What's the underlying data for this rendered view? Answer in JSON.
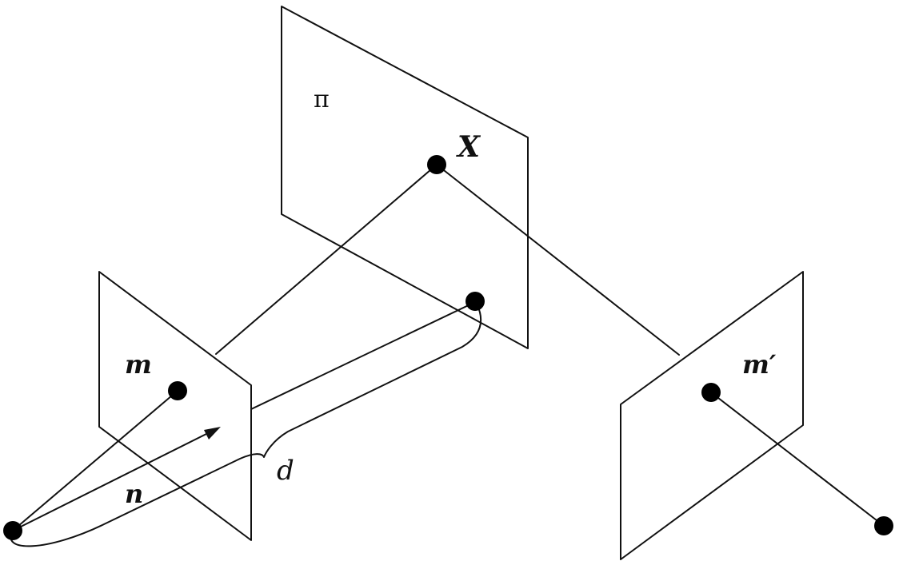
{
  "labels": {
    "plane": "π",
    "point_3d": "X",
    "image_point_left": "m",
    "image_point_right": "m′",
    "normal": "n",
    "distance": "d"
  }
}
